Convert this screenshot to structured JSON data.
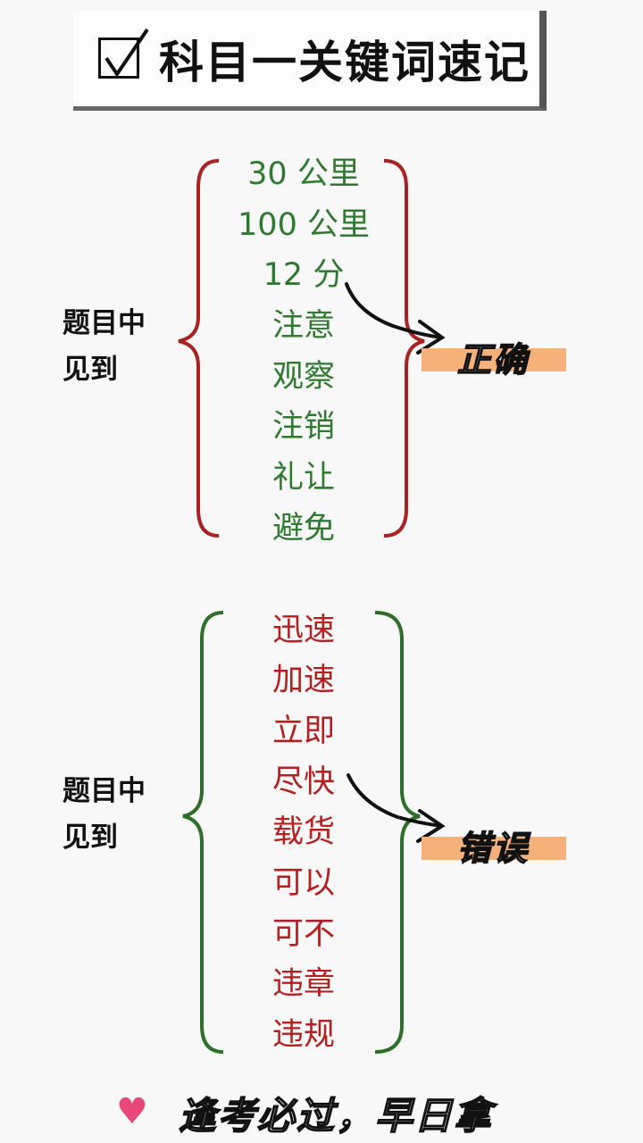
{
  "title": "科目一关键词速记",
  "sections": [
    {
      "label_line1": "题目中",
      "label_line2": "见到",
      "words": [
        "30 公里",
        "100 公里",
        "12 分",
        "注意",
        "观察",
        "注销",
        "礼让",
        "避免"
      ],
      "result": "正确",
      "word_color": "#2f7a30",
      "brace_color": "#a82424"
    },
    {
      "label_line1": "题目中",
      "label_line2": "见到",
      "words": [
        "迅速",
        "加速",
        "立即",
        "尽快",
        "载货",
        "可以",
        "可不",
        "违章",
        "违规"
      ],
      "result": "错误",
      "word_color": "#b51f1f",
      "brace_color": "#2f6e2a"
    }
  ],
  "footer": "逢考必过，早日拿证"
}
